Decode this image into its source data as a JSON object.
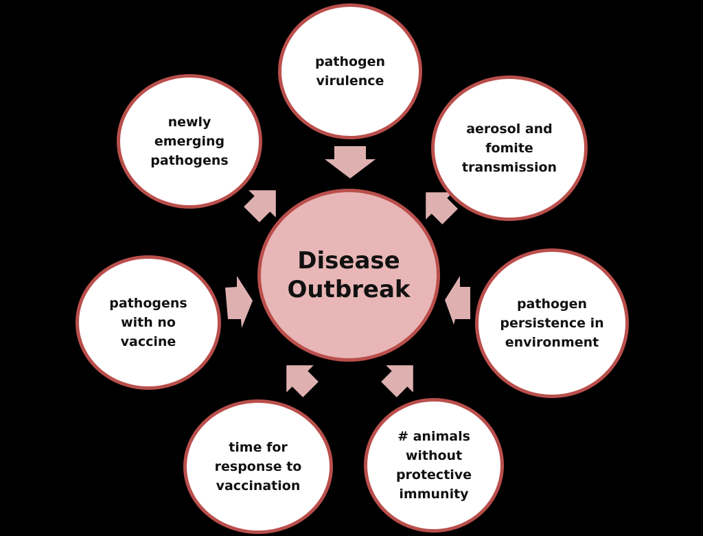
{
  "diagram": {
    "title": "Disease Outbreak",
    "center": {
      "label": "Disease\nOutbreak",
      "fill": "#e8b6b6",
      "border": "#b94f4c"
    },
    "factors": [
      {
        "id": "pathogen-virulence",
        "label": "pathogen\nvirulence"
      },
      {
        "id": "aerosol-fomite",
        "label": "aerosol and\nfomite\ntransmission"
      },
      {
        "id": "pathogen-persistence",
        "label": "pathogen\npersistence in\nenvironment"
      },
      {
        "id": "animals-without-immunity",
        "label": "# animals\nwithout\nprotective\nimmunity"
      },
      {
        "id": "time-for-response",
        "label": "time for\nresponse to\nvaccination"
      },
      {
        "id": "pathogens-no-vaccine",
        "label": "pathogens\nwith no\nvaccine"
      },
      {
        "id": "newly-emerging",
        "label": "newly\nemerging\npathogens"
      }
    ],
    "colors": {
      "background": "#000000",
      "node_fill": "#ffffff",
      "node_border": "#b94f4c",
      "arrow": "#dfb0b0"
    }
  }
}
